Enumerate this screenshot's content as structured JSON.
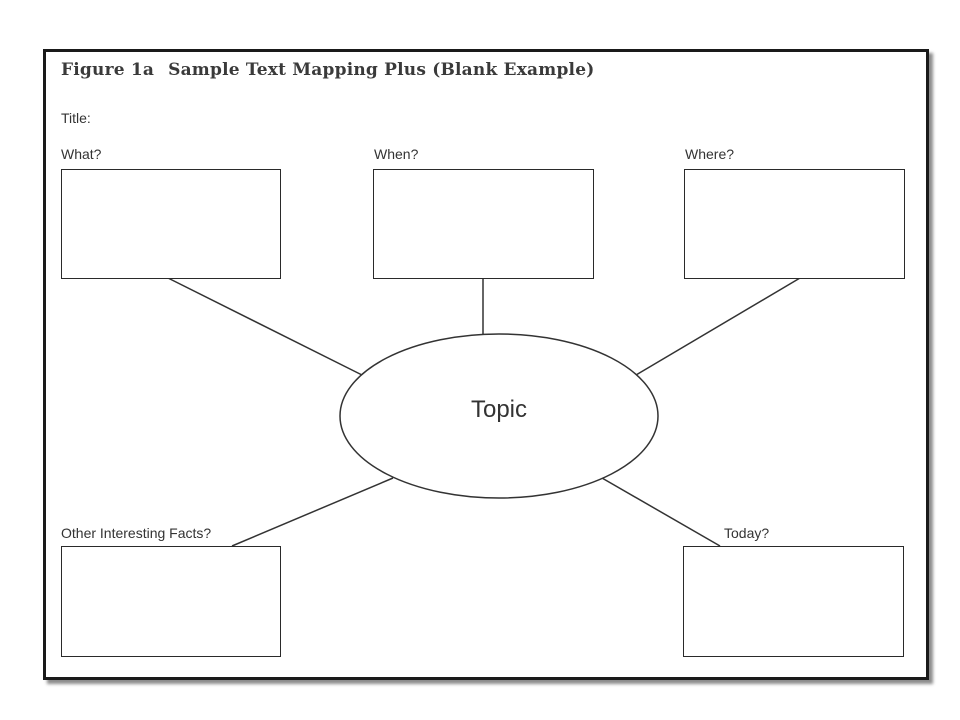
{
  "figure": {
    "number": "Figure 1a",
    "caption": "Sample Text Mapping Plus (Blank Example)"
  },
  "title_label": "Title:",
  "topic": "Topic",
  "boxes": {
    "what": "What?",
    "when": "When?",
    "where": "Where?",
    "other": "Other Interesting Facts?",
    "today": "Today?"
  },
  "colors": {
    "line": "#333333",
    "frame": "#1a1a1a"
  }
}
